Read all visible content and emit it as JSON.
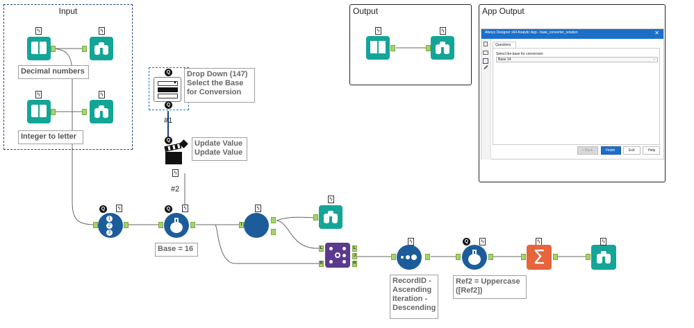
{
  "containers": {
    "input": {
      "title": "Input"
    },
    "output": {
      "title": "Output"
    },
    "app_output": {
      "title": "App Output"
    }
  },
  "annotations": {
    "decimal_numbers": "Decimal numbers",
    "integer_to_letter": "Integer to letter",
    "dropdown": "Drop Down (147)\nSelect the Base\nfor Conversion",
    "update_value": "Update Value\nUpdate Value",
    "formula": "Base = 16",
    "sort": "RecordID -\nAscending\nIteration -\nDescending",
    "uppercase": "Ref2 = Uppercase\n([Ref2])"
  },
  "connection_labels": {
    "c1": "#1",
    "c2": "#2"
  },
  "anchors": {
    "in_i": "I",
    "out_l": "L",
    "out_j": "J",
    "out_r": "R",
    "in_l": "L",
    "in_r": "R"
  },
  "badges": {
    "q": "Q",
    "run": "ϟ"
  },
  "icons": [
    "input-data-icon",
    "browse-icon",
    "dropdown-interface-icon",
    "action-icon",
    "record-id-icon",
    "formula-icon",
    "filter-icon",
    "join-icon",
    "sort-icon",
    "summarize-icon"
  ],
  "app_window": {
    "title": "Alteryx Designer x64 Analytic App - base_converter_solution",
    "tab": "Questions",
    "question": "Select the base for conversion:",
    "selected_value": "Base 14",
    "buttons": {
      "back": "< Back",
      "finish": "Finish",
      "exit": "Exit",
      "help": "Help"
    }
  },
  "colors": {
    "teal": "#13a597",
    "blue": "#1d5c9a",
    "purple": "#5b3a8f",
    "orange": "#e8643c",
    "anchor_green": "#a6d46a",
    "app_blue": "#1c6fc9"
  }
}
